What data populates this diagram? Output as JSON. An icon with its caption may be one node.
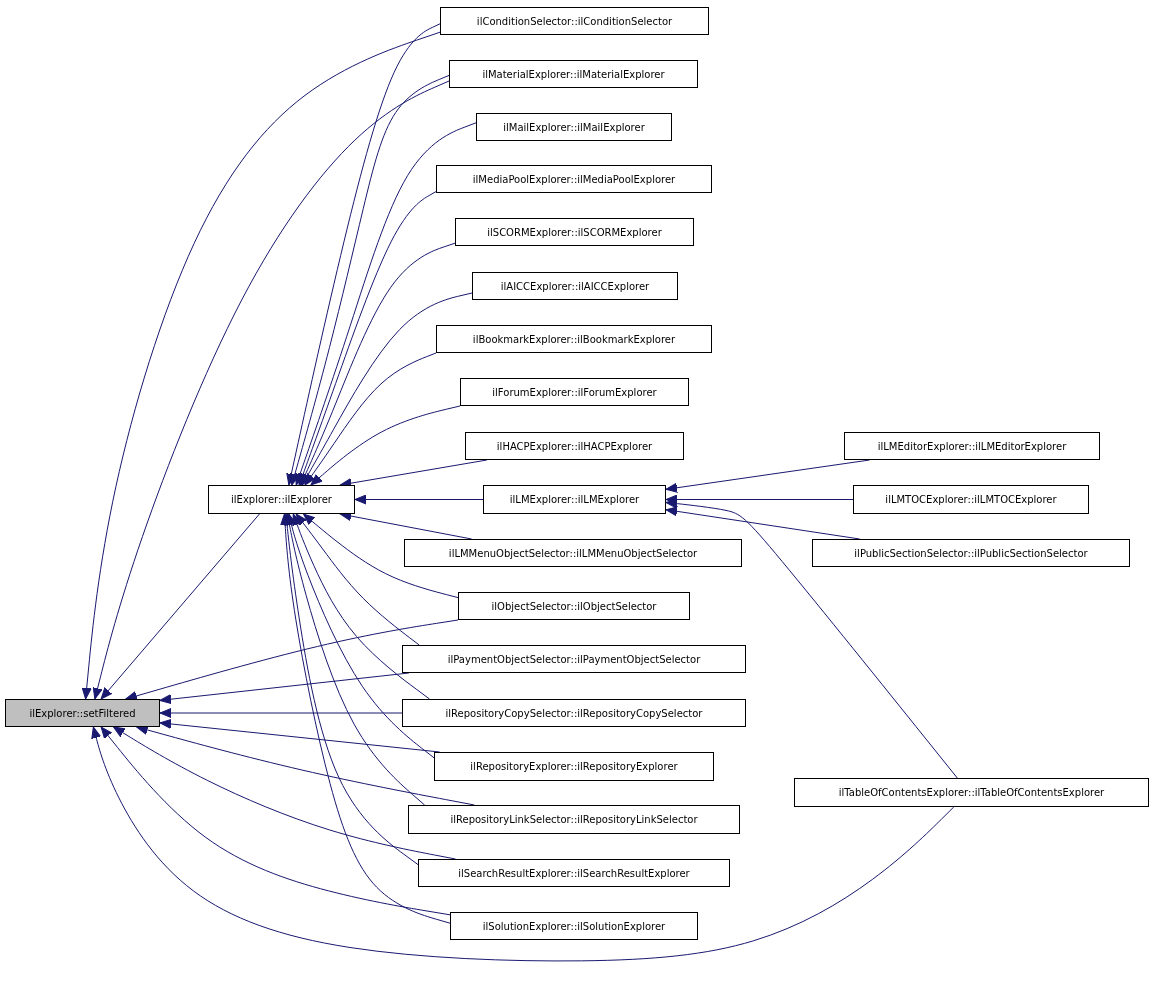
{
  "diagram": {
    "nodes": [
      {
        "text": [
          "ilExplorer::setFiltered"
        ]
      },
      {
        "text": [
          "ilExplorer::ilExplorer"
        ]
      },
      {
        "text": [
          "ilConditionSelector::ilConditionSelector"
        ]
      },
      {
        "text": [
          "ilMaterialExplorer::ilMaterialExplorer"
        ]
      },
      {
        "text": [
          "ilMailExplorer::ilMailExplorer"
        ]
      },
      {
        "text": [
          "ilMediaPoolExplorer::ilMediaPoolExplorer"
        ]
      },
      {
        "text": [
          "ilSCORMExplorer::ilSCORMExplorer"
        ]
      },
      {
        "text": [
          "ilAICCExplorer::ilAICCExplorer"
        ]
      },
      {
        "text": [
          "ilBookmarkExplorer::ilBookmarkExplorer"
        ]
      },
      {
        "text": [
          "ilForumExplorer::ilForumExplorer"
        ]
      },
      {
        "text": [
          "ilHACPExplorer::ilHACPExplorer"
        ]
      },
      {
        "text": [
          "ilLMExplorer::ilLMExplorer"
        ]
      },
      {
        "text": [
          "ilLMEditorExplorer::ilLMEditorExplorer"
        ]
      },
      {
        "text": [
          "ilLMTOCExplorer::ilLMTOCExplorer"
        ]
      },
      {
        "text": [
          "ilPublicSectionSelector::ilPublicSectionSelector"
        ]
      },
      {
        "text": [
          "ilLMMenuObjectSelector::ilLMMenuObjectSelector"
        ]
      },
      {
        "text": [
          "ilObjectSelector::ilObjectSelector"
        ]
      },
      {
        "text": [
          "ilPaymentObjectSelector::ilPaymentObjectSelector"
        ]
      },
      {
        "text": [
          "ilRepositoryCopySelector::ilRepositoryCopySelector"
        ]
      },
      {
        "text": [
          "ilRepositoryExplorer::ilRepositoryExplorer"
        ]
      },
      {
        "text": [
          "ilRepositoryLinkSelector::ilRepositoryLinkSelector"
        ]
      },
      {
        "text": [
          "ilSearchResultExplorer::ilSearchResultExplorer"
        ]
      },
      {
        "text": [
          "ilSolutionExplorer::ilSolutionExplorer"
        ]
      },
      {
        "text": [
          "ilTableOfContentsExplorer::ilTableOfContentsExplorer"
        ]
      }
    ],
    "edges": [
      {
        "from": 1,
        "to": 0,
        "arrow": "to"
      },
      {
        "from": 2,
        "to": 0,
        "arrow": "to"
      },
      {
        "from": 3,
        "to": 0,
        "arrow": "to"
      },
      {
        "from": 16,
        "to": 0,
        "arrow": "to"
      },
      {
        "from": 17,
        "to": 0,
        "arrow": "to"
      },
      {
        "from": 18,
        "to": 0,
        "arrow": "to"
      },
      {
        "from": 19,
        "to": 0,
        "arrow": "to"
      },
      {
        "from": 20,
        "to": 0,
        "arrow": "to"
      },
      {
        "from": 21,
        "to": 0,
        "arrow": "to"
      },
      {
        "from": 22,
        "to": 0,
        "arrow": "to"
      },
      {
        "from": 23,
        "to": 0,
        "arrow": "to"
      },
      {
        "from": 2,
        "to": 1,
        "arrow": "to"
      },
      {
        "from": 3,
        "to": 1,
        "arrow": "to"
      },
      {
        "from": 4,
        "to": 1,
        "arrow": "to"
      },
      {
        "from": 5,
        "to": 1,
        "arrow": "to"
      },
      {
        "from": 6,
        "to": 1,
        "arrow": "to"
      },
      {
        "from": 7,
        "to": 1,
        "arrow": "to"
      },
      {
        "from": 8,
        "to": 1,
        "arrow": "to"
      },
      {
        "from": 9,
        "to": 1,
        "arrow": "to"
      },
      {
        "from": 10,
        "to": 1,
        "arrow": "to"
      },
      {
        "from": 11,
        "to": 1,
        "arrow": "to"
      },
      {
        "from": 15,
        "to": 1,
        "arrow": "to"
      },
      {
        "from": 16,
        "to": 1,
        "arrow": "to"
      },
      {
        "from": 17,
        "to": 1,
        "arrow": "to"
      },
      {
        "from": 18,
        "to": 1,
        "arrow": "to"
      },
      {
        "from": 19,
        "to": 1,
        "arrow": "to"
      },
      {
        "from": 20,
        "to": 1,
        "arrow": "to"
      },
      {
        "from": 21,
        "to": 1,
        "arrow": "to"
      },
      {
        "from": 22,
        "to": 1,
        "arrow": "to"
      },
      {
        "from": 12,
        "to": 11,
        "arrow": "to"
      },
      {
        "from": 13,
        "to": 11,
        "arrow": "to"
      },
      {
        "from": 14,
        "to": 11,
        "arrow": "to"
      },
      {
        "from": 23,
        "to": 11,
        "arrow": "to"
      }
    ]
  }
}
